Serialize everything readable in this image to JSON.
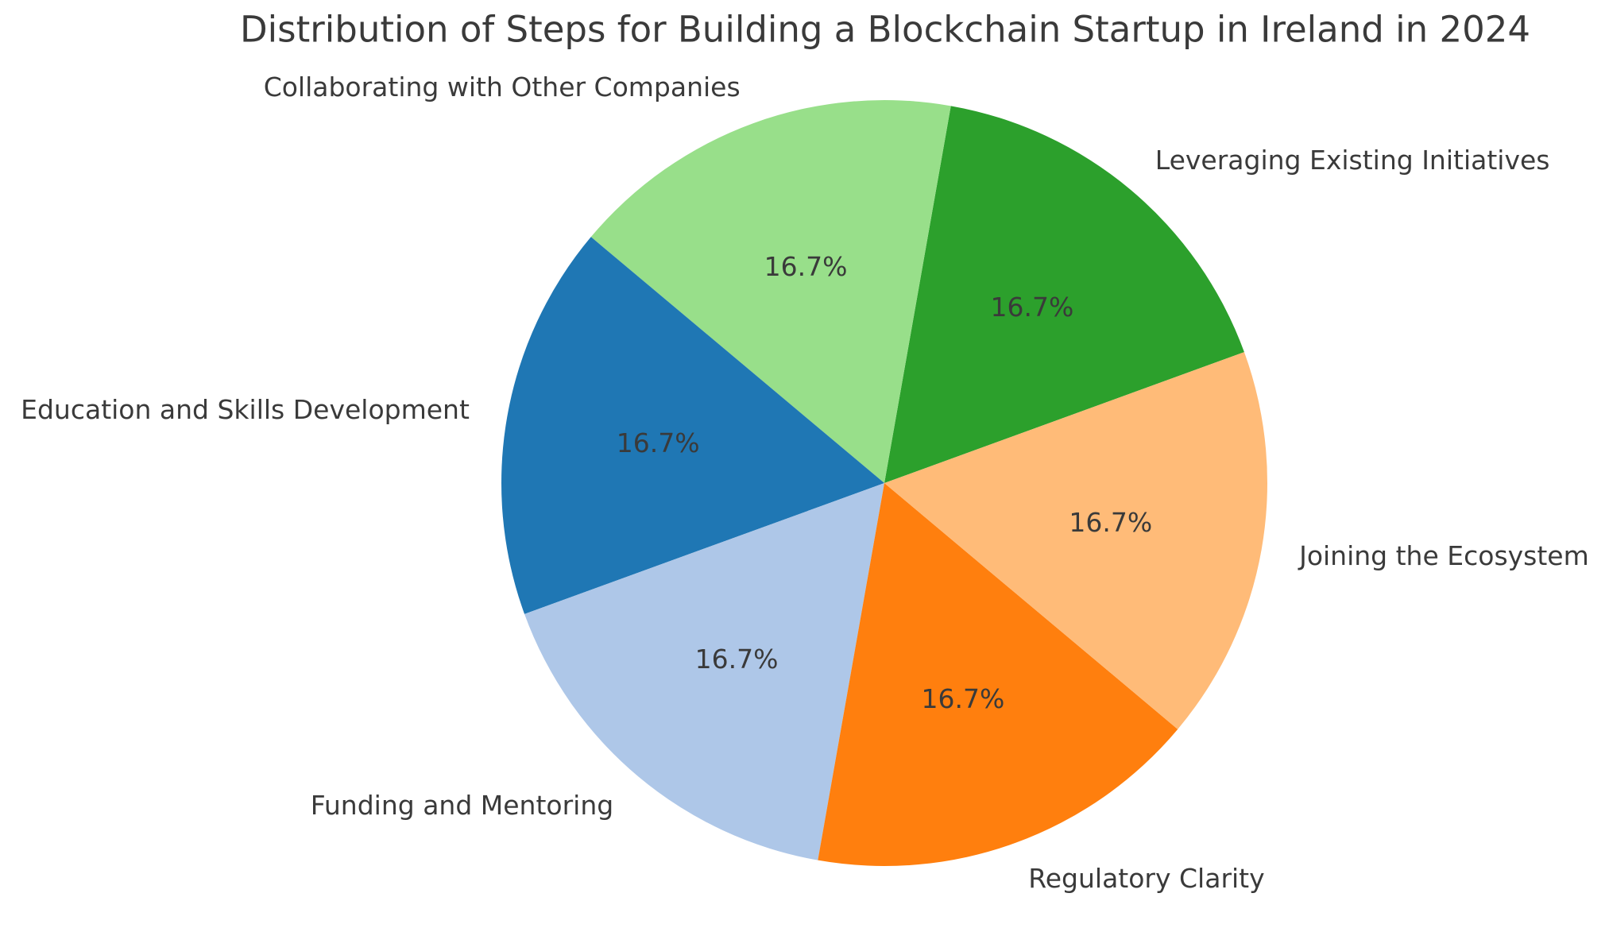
{
  "chart_data": {
    "type": "pie",
    "title": "Distribution of Steps for Building a Blockchain Startup in Ireland in 2024",
    "slices": [
      {
        "label": "Leveraging Existing Initiatives",
        "value": 16.7,
        "display_pct": "16.7%",
        "color": "#2ca02c"
      },
      {
        "label": "Collaborating with Other Companies",
        "value": 16.7,
        "display_pct": "16.7%",
        "color": "#98df8a"
      },
      {
        "label": "Education and Skills Development",
        "value": 16.7,
        "display_pct": "16.7%",
        "color": "#1f77b4"
      },
      {
        "label": "Funding and Mentoring",
        "value": 16.7,
        "display_pct": "16.7%",
        "color": "#aec7e8"
      },
      {
        "label": "Regulatory Clarity",
        "value": 16.7,
        "display_pct": "16.7%",
        "color": "#ff7f0e"
      },
      {
        "label": "Joining the Ecosystem",
        "value": 16.7,
        "display_pct": "16.7%",
        "color": "#ffbb78"
      }
    ],
    "start_angle_deg": 20,
    "direction": "counterclockwise",
    "label_distance": 1.1,
    "pct_distance": 0.6,
    "legend_position": "none",
    "grid": false,
    "text_color": "#3a3a3a",
    "background_color": "#ffffff"
  }
}
